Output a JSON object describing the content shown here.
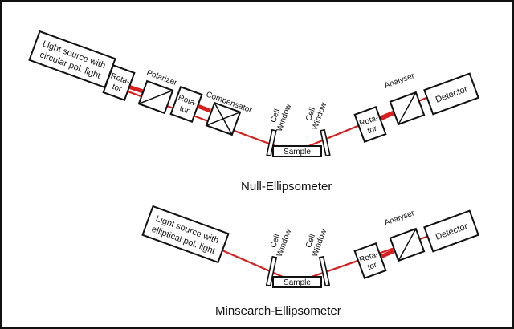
{
  "colors": {
    "beam": "#d81e1e",
    "frame": "#111111",
    "background": "#ffffff"
  },
  "null": {
    "title": "Null-Ellipsometer",
    "source": [
      "Light source with",
      "circular pol. light"
    ],
    "rotator1": [
      "Rota-",
      "tor"
    ],
    "polarizer": "Polarizer",
    "rotator2": [
      "Rota-",
      "tor"
    ],
    "compensator": "Compensator",
    "cell_window_left": [
      "Cell",
      "Window"
    ],
    "cell_window_right": [
      "Cell",
      "Window"
    ],
    "sample": "Sample",
    "rotator3": [
      "Rota-",
      "tor"
    ],
    "analyser": "Analyser",
    "detector": "Detector"
  },
  "minsearch": {
    "title": "Minsearch-Ellipsometer",
    "source": [
      "Light source with",
      "elliptical pol. light"
    ],
    "cell_window_left": [
      "Cell",
      "Window"
    ],
    "cell_window_right": [
      "Cell",
      "Window"
    ],
    "sample": "Sample",
    "rotator": [
      "Rota-",
      "tor"
    ],
    "analyser": "Analyser",
    "detector": "Detector"
  }
}
